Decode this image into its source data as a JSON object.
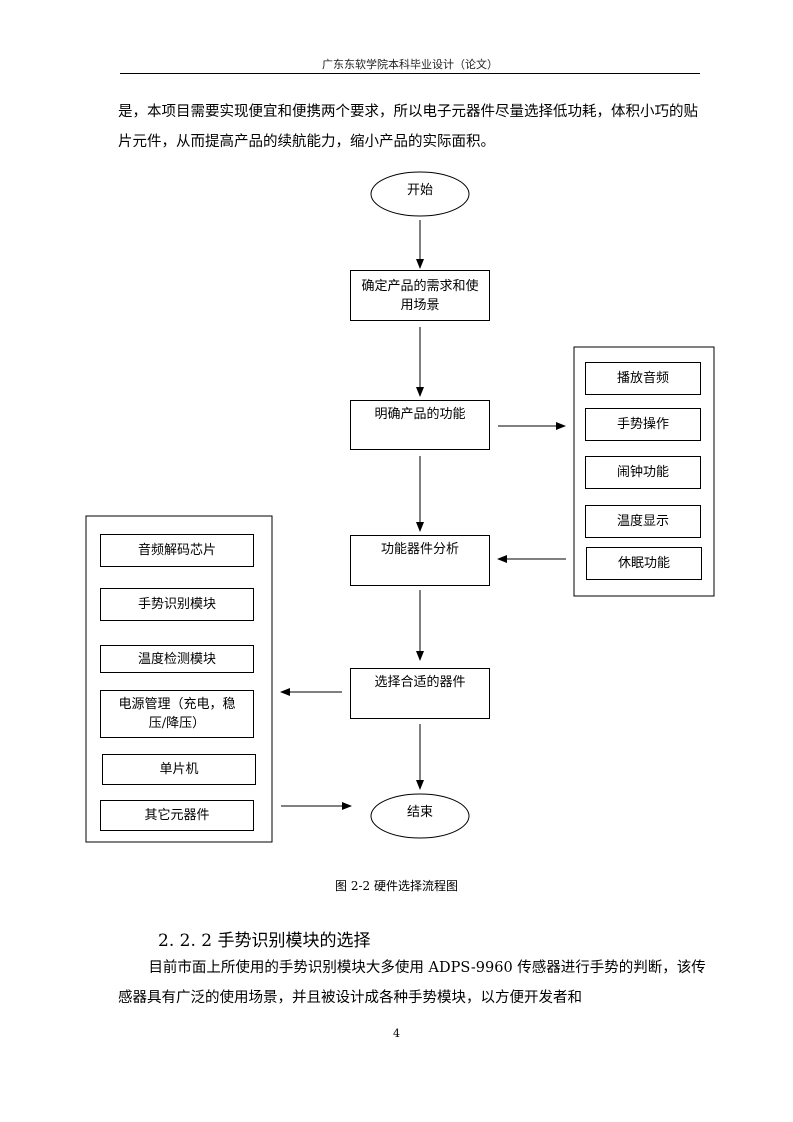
{
  "header": {
    "title": "广东东软学院本科毕业设计（论文）"
  },
  "body": {
    "paragraph1": "是，本项目需要实现便宜和便携两个要求，所以电子元器件尽量选择低功耗，体积小巧的贴片元件，从而提高产品的续航能力，缩小产品的实际面积。",
    "section_title": "2. 2. 2  手势识别模块的选择",
    "paragraph2": "目前市面上所使用的手势识别模块大多使用 ADPS-9960 传感器进行手势的判断，该传感器具有广泛的使用场景，并且被设计成各种手势模块，以方便开发者和"
  },
  "flowchart": {
    "start": "开始",
    "step1": "确定产品的需求和使用场景",
    "step2": "明确产品的功能",
    "step3": "功能器件分析",
    "step4": "选择合适的器件",
    "end": "结束",
    "functions": [
      "播放音频",
      "手势操作",
      "闹钟功能",
      "温度显示",
      "休眠功能"
    ],
    "components": [
      "音频解码芯片",
      "手势识别模块",
      "温度检测模块",
      "电源管理（充电，稳压/降压）",
      "单片机",
      "其它元器件"
    ]
  },
  "caption": "图 2-2  硬件选择流程图",
  "page_number": "4"
}
